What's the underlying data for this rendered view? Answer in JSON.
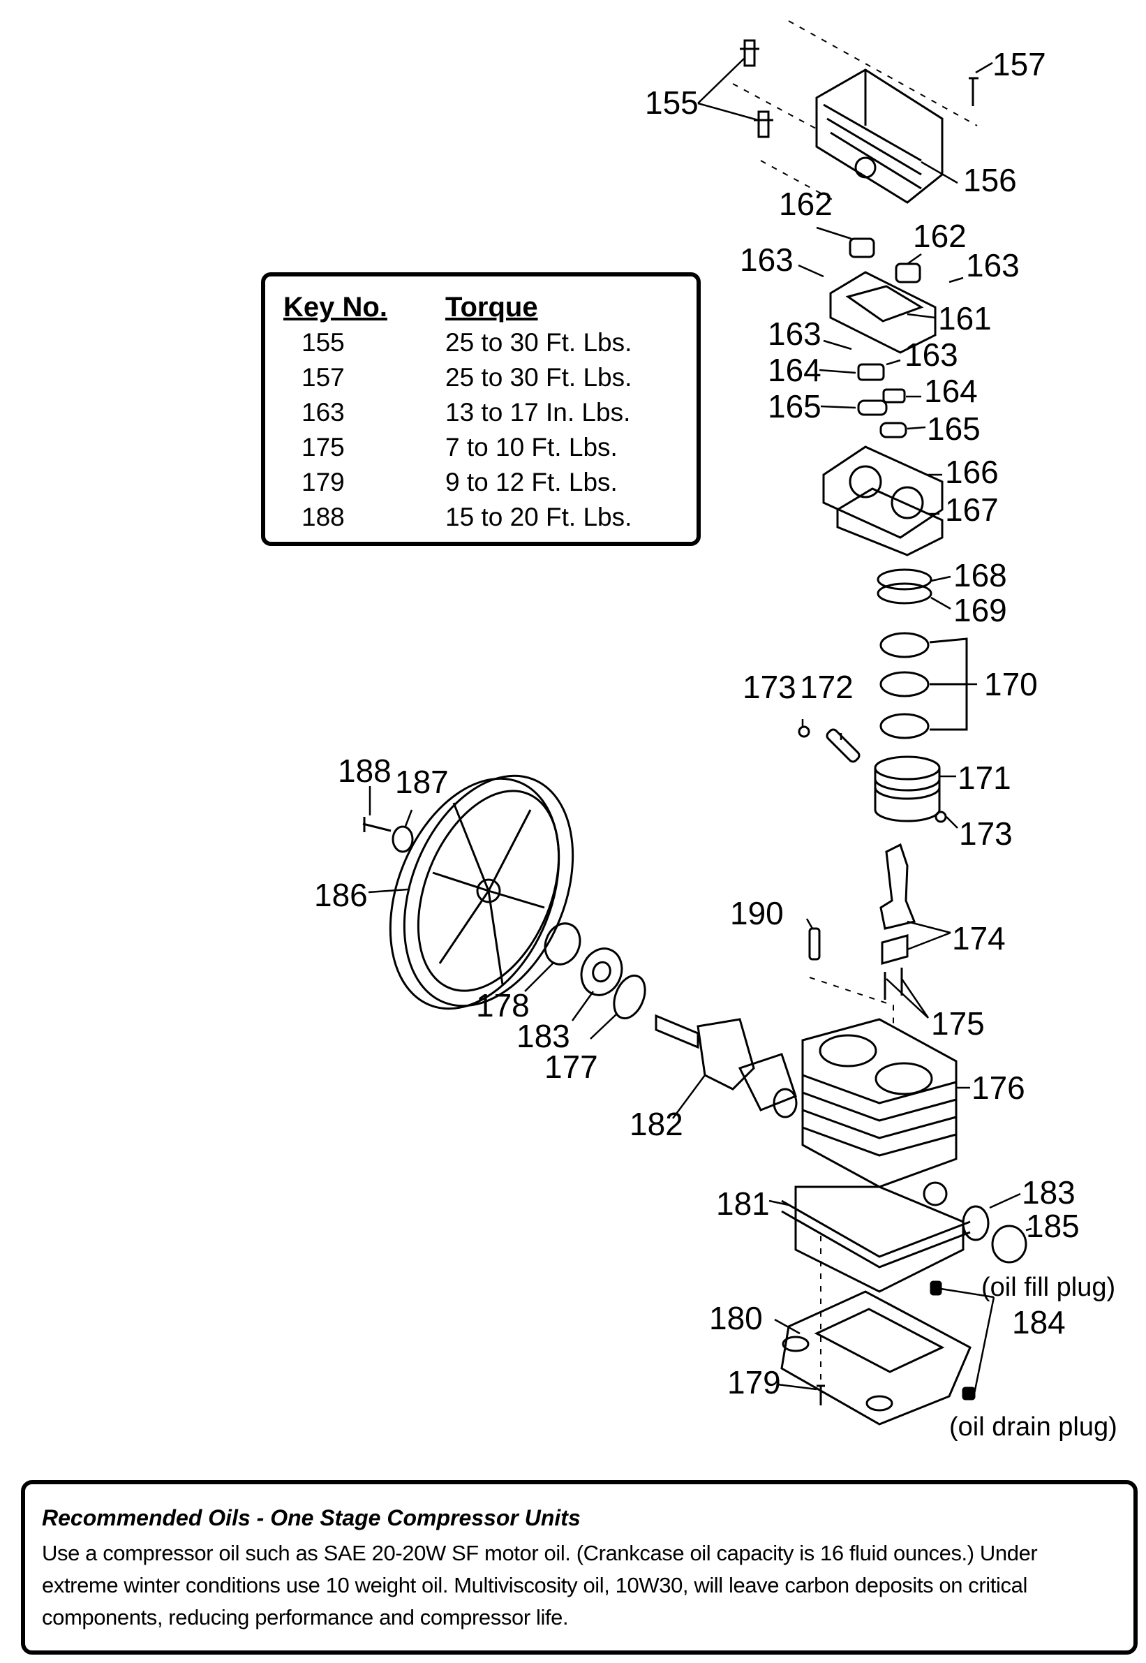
{
  "torque_table": {
    "header_key": "Key No.",
    "header_torque": "Torque",
    "rows": [
      {
        "key": "155",
        "torque": "25 to 30 Ft. Lbs."
      },
      {
        "key": "157",
        "torque": "25 to 30 Ft. Lbs."
      },
      {
        "key": "163",
        "torque": "13 to 17 In. Lbs."
      },
      {
        "key": "175",
        "torque": "7 to 10 Ft. Lbs."
      },
      {
        "key": "179",
        "torque": "9 to 12 Ft. Lbs."
      },
      {
        "key": "188",
        "torque": "15 to 20 Ft. Lbs."
      }
    ]
  },
  "diagram": {
    "labels": {
      "l155": "155",
      "l157": "157",
      "l156": "156",
      "l162a": "162",
      "l162b": "162",
      "l163a": "163",
      "l163b": "163",
      "l163c": "163",
      "l163d": "163",
      "l161": "161",
      "l164a": "164",
      "l164b": "164",
      "l165a": "165",
      "l165b": "165",
      "l166": "166",
      "l167": "167",
      "l168": "168",
      "l169": "169",
      "l170": "170",
      "l173a": "173",
      "l172": "172",
      "l171": "171",
      "l173b": "173",
      "l174": "174",
      "l175": "175",
      "l190": "190",
      "l188": "188",
      "l187": "187",
      "l186": "186",
      "l178": "178",
      "l183a": "183",
      "l177": "177",
      "l182": "182",
      "l176": "176",
      "l181": "181",
      "l183b": "183",
      "l185": "185",
      "l_oil_fill": "(oil fill plug)",
      "l180": "180",
      "l184": "184",
      "l179": "179",
      "l_oil_drain": "(oil drain plug)"
    }
  },
  "oil_note": {
    "title": "Recommended Oils - One Stage Compressor Units",
    "body": "Use a compressor oil such as SAE 20-20W SF motor oil. (Crankcase oil capacity is 16 fluid ounces.) Under extreme winter conditions use 10 weight oil. Multiviscosity oil, 10W30, will leave carbon deposits on critical components, reducing performance and compressor life."
  }
}
